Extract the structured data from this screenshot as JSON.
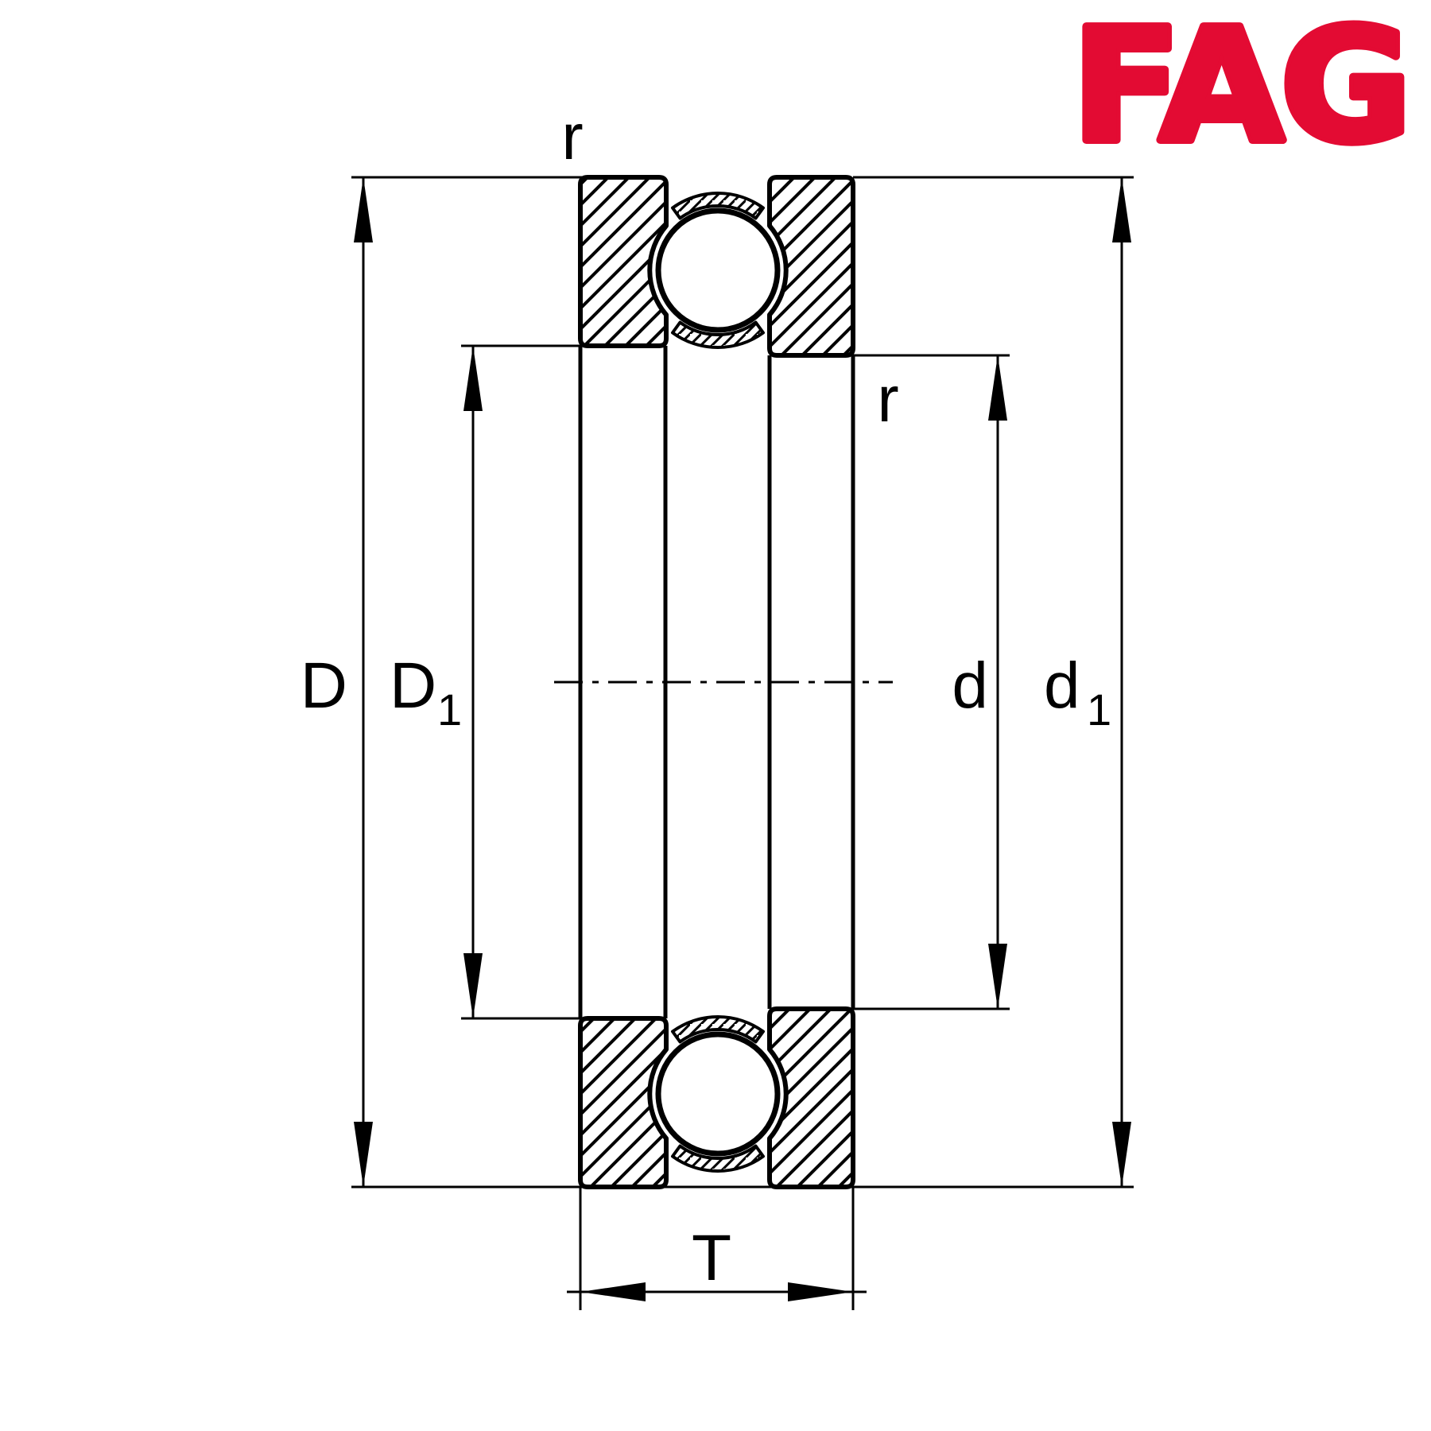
{
  "logo": {
    "text": "FAG",
    "color": "#e30b33"
  },
  "diagram": {
    "background": "#ffffff",
    "line_color": "#000000",
    "labels": {
      "D": "D",
      "D1_base": "D",
      "D1_sub": "1",
      "d": "d",
      "d1_base": "d",
      "d1_sub": "1",
      "T": "T",
      "r_top": "r",
      "r_right": "r"
    }
  }
}
